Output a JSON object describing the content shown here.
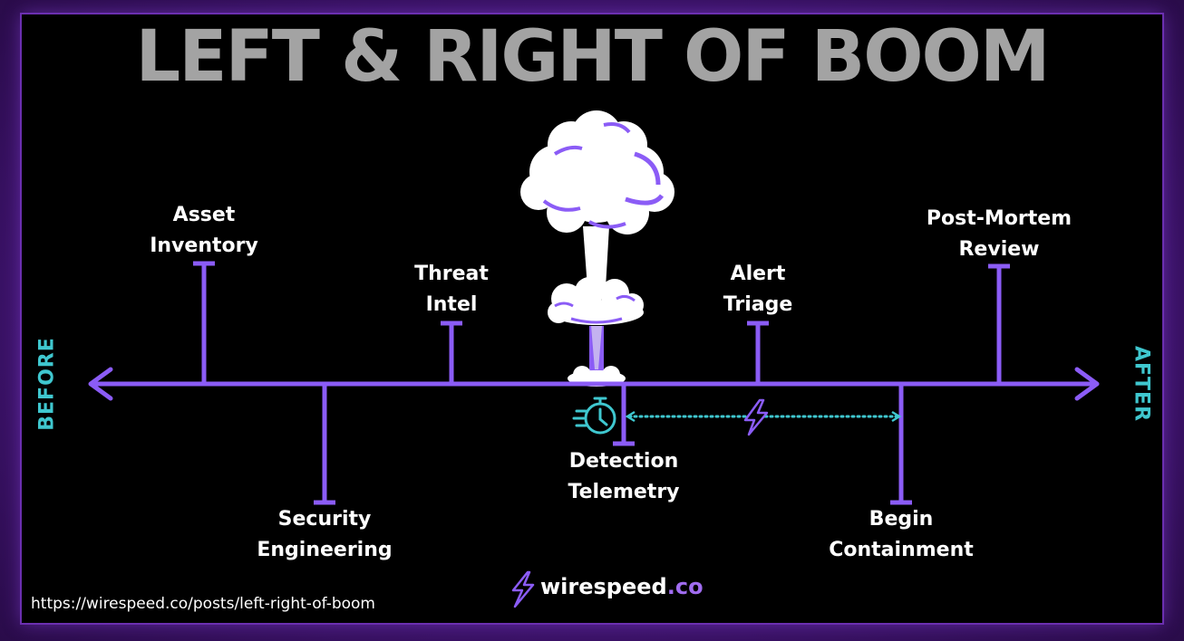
{
  "title": "LEFT & RIGHT OF BOOM",
  "axis": {
    "left_label": "BEFORE",
    "right_label": "AFTER"
  },
  "milestones_above": [
    {
      "line1": "Asset",
      "line2": "Inventory"
    },
    {
      "line1": "Threat",
      "line2": "Intel"
    },
    {
      "line1": "Alert",
      "line2": "Triage"
    },
    {
      "line1": "Post-Mortem",
      "line2": "Review"
    }
  ],
  "milestones_below": [
    {
      "line1": "Security",
      "line2": "Engineering"
    },
    {
      "line1": "Detection",
      "line2": "Telemetry"
    },
    {
      "line1": "Begin",
      "line2": "Containment"
    }
  ],
  "brand": {
    "name": "wirespeed",
    "tld": ".co"
  },
  "url": "https://wirespeed.co/posts/left-right-of-boom",
  "colors": {
    "accent": "#8b5cf6",
    "cyan": "#3fc7cf",
    "title": "#a3a3a3",
    "background": "#000000"
  },
  "icons": [
    "mushroom-cloud-icon",
    "stopwatch-icon",
    "lightning-bolt-icon",
    "brand-bolt-icon"
  ]
}
